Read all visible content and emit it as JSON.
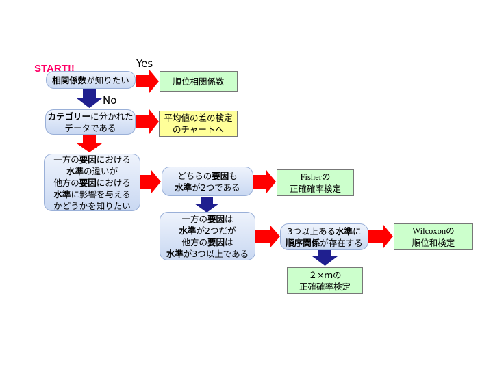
{
  "start_label": "START!!",
  "yes_label": "Yes",
  "no_label": "No",
  "colors": {
    "right_arrow": "#ff0000",
    "down_arrow": "#1f1f8f",
    "start": "#ff0066"
  },
  "nodes": {
    "q1": {
      "parts": [
        [
          "相関係数",
          true
        ],
        [
          "が知りたい",
          false
        ]
      ]
    },
    "r_spearman": {
      "line1": "順位相関係数"
    },
    "q2": {
      "line1_parts": [
        [
          "カテゴリー",
          true
        ],
        [
          "に分かれた",
          false
        ]
      ],
      "line2": "データである"
    },
    "r_mean_test": {
      "line1": "平均値の差の検定",
      "line2": "のチャートへ"
    },
    "q3": {
      "lines": [
        [
          [
            "一方の",
            false
          ],
          [
            "要因",
            true
          ],
          [
            "における",
            false
          ]
        ],
        [
          [
            "水準",
            true
          ],
          [
            "の違いが",
            false
          ]
        ],
        [
          [
            "他方の",
            false
          ],
          [
            "要因",
            true
          ],
          [
            "における",
            false
          ]
        ],
        [
          [
            "水準",
            true
          ],
          [
            "に影響を与える",
            false
          ]
        ],
        [
          [
            "かどうかを知りたい",
            false
          ]
        ]
      ]
    },
    "q4": {
      "lines": [
        [
          [
            "どちらの",
            false
          ],
          [
            "要因",
            true
          ],
          [
            "も",
            false
          ]
        ],
        [
          [
            "水準",
            true
          ],
          [
            "が2つである",
            false
          ]
        ]
      ]
    },
    "r_fisher": {
      "line1": "Fisherの",
      "line2": "正確確率検定"
    },
    "q5": {
      "lines": [
        [
          [
            "一方の",
            false
          ],
          [
            "要因",
            true
          ],
          [
            "は",
            false
          ]
        ],
        [
          [
            "水準",
            true
          ],
          [
            "が2つだが",
            false
          ]
        ],
        [
          [
            "他方の",
            false
          ],
          [
            "要因",
            true
          ],
          [
            "は",
            false
          ]
        ],
        [
          [
            "水準",
            true
          ],
          [
            "が3つ以上である",
            false
          ]
        ]
      ]
    },
    "q6": {
      "lines": [
        [
          [
            "3つ以上ある",
            false
          ],
          [
            "水準",
            true
          ],
          [
            "に",
            false
          ]
        ],
        [
          [
            "順序関係",
            true
          ],
          [
            "が存在する",
            false
          ]
        ]
      ]
    },
    "r_wilcoxon": {
      "line1": "Wilcoxonの",
      "line2": "順位和検定"
    },
    "r_2xm": {
      "line1": "２×ｍの",
      "line2": "正確確率検定"
    }
  }
}
